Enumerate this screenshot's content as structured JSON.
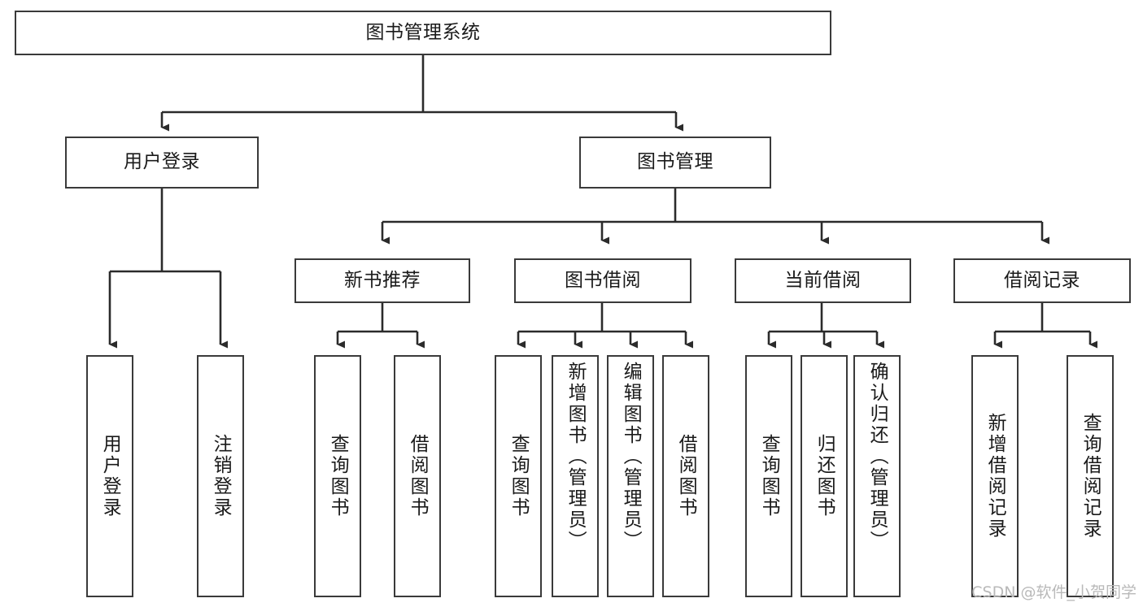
{
  "diagram": {
    "title": "图书管理系统",
    "type": "tree",
    "watermark": "CSDN @软件_小贺同学",
    "colors": {
      "box_border": "#3a3a3a",
      "box_fill": "#ffffff",
      "edge": "#2b2b2b",
      "text": "#1a1a1a",
      "watermark": "#b9b9b9"
    },
    "levels": {
      "root": "图书管理系统",
      "level2": [
        "用户登录",
        "图书管理"
      ],
      "level3": [
        "新书推荐",
        "图书借阅",
        "当前借阅",
        "借阅记录"
      ]
    }
  },
  "nodes": {
    "root": {
      "label": "图书管理系统"
    },
    "user_login": {
      "label": "用户登录"
    },
    "book_manage": {
      "label": "图书管理"
    },
    "new_book_rec": {
      "label": "新书推荐"
    },
    "book_borrow": {
      "label": "图书借阅"
    },
    "current_borrow": {
      "label": "当前借阅"
    },
    "borrow_record": {
      "label": "借阅记录"
    },
    "leaf_user_login": {
      "label": "用户登录"
    },
    "leaf_logout": {
      "label": "注销登录"
    },
    "leaf_query_book_a": {
      "label": "查询图书"
    },
    "leaf_borrow_book_a": {
      "label": "借阅图书"
    },
    "leaf_query_book_b": {
      "label": "查询图书"
    },
    "leaf_add_book": {
      "label": "新增图书（管理员）"
    },
    "leaf_edit_book": {
      "label": "编辑图书（管理员）"
    },
    "leaf_borrow_book_b": {
      "label": "借阅图书"
    },
    "leaf_query_book_c": {
      "label": "查询图书"
    },
    "leaf_return_book": {
      "label": "归还图书"
    },
    "leaf_confirm_return": {
      "label": "确认归还（管理员）"
    },
    "leaf_add_record": {
      "label": "新增借阅记录"
    },
    "leaf_query_record": {
      "label": "查询借阅记录"
    }
  }
}
